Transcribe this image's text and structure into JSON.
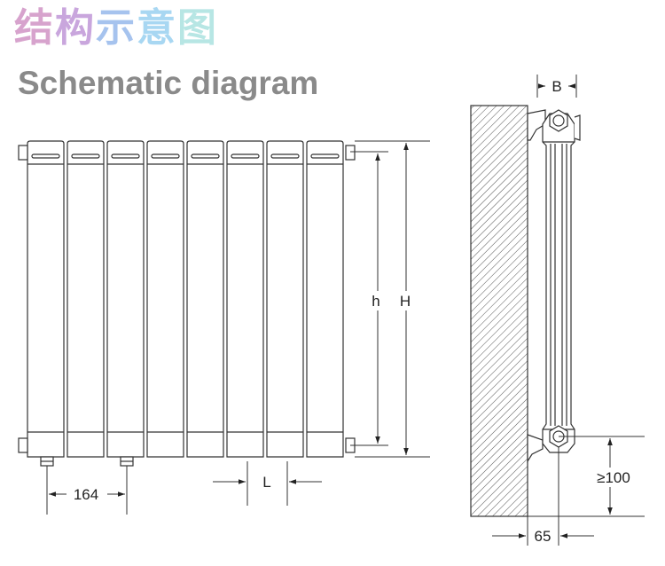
{
  "title": {
    "zh_chars": [
      {
        "char": "结",
        "color": "#d7a3cd"
      },
      {
        "char": "构",
        "color": "#c9a6dd"
      },
      {
        "char": "示",
        "color": "#a6c3ee"
      },
      {
        "char": "意",
        "color": "#a8d7f2"
      },
      {
        "char": "图",
        "color": "#b7e6e4"
      }
    ],
    "en": "Schematic diagram"
  },
  "front_view": {
    "section_count": 8,
    "labels": {
      "inner_height": "h",
      "total_height": "H",
      "connector_spacing": "164",
      "section_width": "L"
    }
  },
  "side_view": {
    "labels": {
      "depth": "B",
      "floor_clearance": "≥100",
      "wall_distance": "65"
    }
  },
  "colors": {
    "line": "#333333",
    "hatch": "#555555"
  }
}
